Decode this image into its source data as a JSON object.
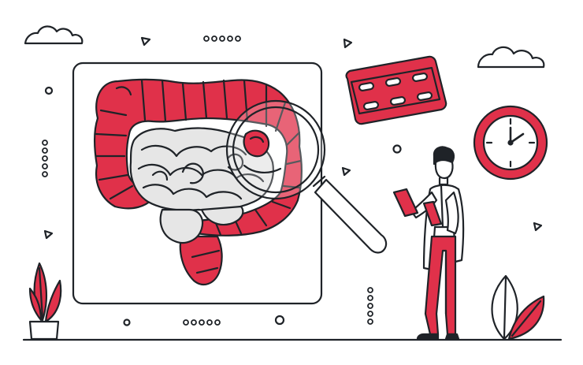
{
  "illustration": {
    "colors": {
      "accent": "#e0314a",
      "outline": "#1f2328",
      "organ_fill": "#e6e6e6",
      "background": "#ffffff"
    },
    "elements": [
      "cloud-icon",
      "xray-panel",
      "large-intestine",
      "small-intestine",
      "magnifying-glass-icon",
      "pill-blister-icon",
      "wall-clock-icon",
      "doctor-figure",
      "clipboard-icon",
      "potted-plant-icon",
      "leaf-plant-icon"
    ]
  }
}
